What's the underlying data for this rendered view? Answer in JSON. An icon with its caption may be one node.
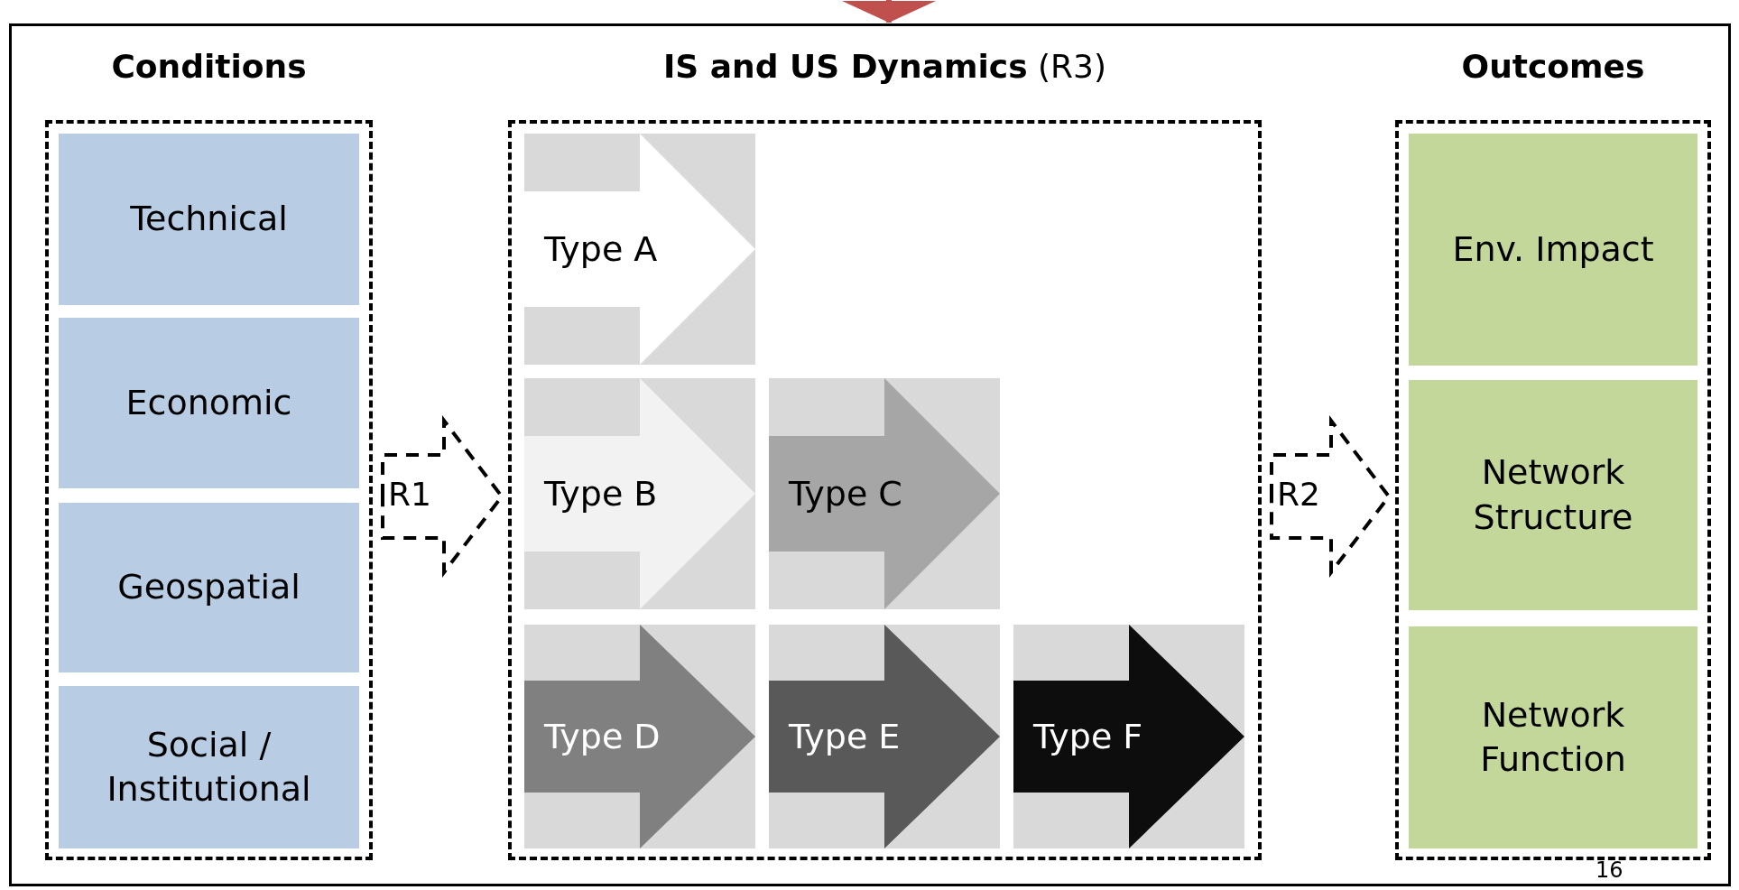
{
  "diagram": {
    "nodes": [
      {
        "text": [],
        "shape": "box"
      },
      {
        "text": [
          "Conditions"
        ],
        "in": 0
      },
      {
        "text": [
          "Technical"
        ],
        "in": 1
      },
      {
        "text": [
          "Economic"
        ],
        "in": 1
      },
      {
        "text": [
          "Geospatial"
        ],
        "in": 1
      },
      {
        "text": [
          "Social / Institutional"
        ],
        "in": 1
      },
      {
        "text": [
          "**IS and US Dynamics** (R3)"
        ],
        "in": 0
      },
      {
        "text": [
          "Type A"
        ],
        "in": 6
      },
      {
        "text": [
          "Type B"
        ],
        "in": 6
      },
      {
        "text": [
          "Type C"
        ],
        "in": 6
      },
      {
        "text": [
          "Type D"
        ],
        "in": 6
      },
      {
        "text": [
          "Type E"
        ],
        "in": 6
      },
      {
        "text": [
          "Type F"
        ],
        "in": 6
      },
      {
        "text": [
          "Outcomes"
        ],
        "in": 0
      },
      {
        "text": [
          "Env. Impact"
        ],
        "in": 13
      },
      {
        "text": [
          "Network Structure"
        ],
        "in": 13
      },
      {
        "text": [
          "Network Function"
        ],
        "in": 13
      }
    ],
    "edges": [
      {
        "from": 1,
        "to": 6,
        "arrow": "to",
        "label": "R1",
        "style": "dashed"
      },
      {
        "from": 6,
        "to": 13,
        "arrow": "to",
        "label": "R2",
        "style": "dashed"
      },
      {
        "from": null,
        "to": 0,
        "arrow": "to",
        "color": "#c0504d"
      }
    ],
    "labels": [
      "16"
    ]
  }
}
